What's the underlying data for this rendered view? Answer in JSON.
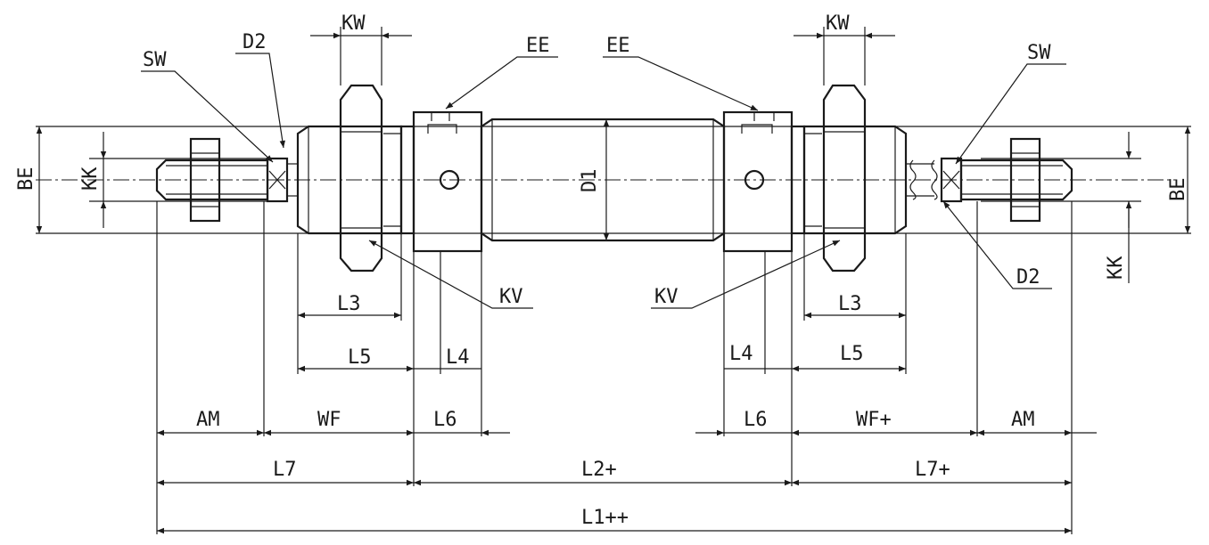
{
  "labels": {
    "kw_left": "KW",
    "kw_right": "KW",
    "d2_left": "D2",
    "d2_right": "D2",
    "sw_left": "SW",
    "sw_right": "SW",
    "ee_left": "EE",
    "ee_right": "EE",
    "be_left": "BE",
    "be_right": "BE",
    "kk_left": "KK",
    "kk_right": "KK",
    "d1": "D1",
    "kv_left": "KV",
    "kv_right": "KV",
    "l3_left": "L3",
    "l3_right": "L3",
    "l5_left": "L5",
    "l5_right": "L5",
    "l4_left": "L4",
    "l4_right": "L4",
    "l6_left": "L6",
    "l6_right": "L6",
    "am_left": "AM",
    "am_right": "AM",
    "wf_left": "WF",
    "wf_right": "WF+",
    "l7_left": "L7",
    "l7_right": "L7+",
    "l2": "L2+",
    "l1": "L1++"
  }
}
